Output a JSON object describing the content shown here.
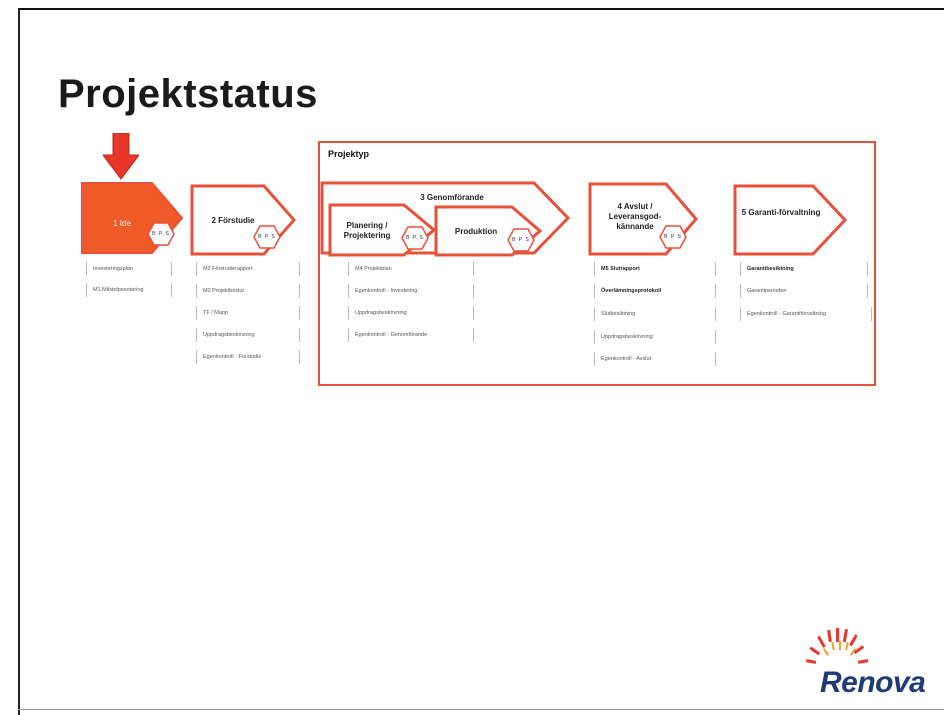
{
  "slide": {
    "title": "Projektstatus",
    "projekttyp_label": "Projektyp"
  },
  "phases": {
    "p1": {
      "label": "1 Ide",
      "badge": "B P S"
    },
    "p2": {
      "label": "2 Förstudie",
      "badge": "B P S"
    },
    "p3": {
      "label": "3 Genomförande"
    },
    "p3a": {
      "label": "Planering / Projektering",
      "badge": "B P S"
    },
    "p3b": {
      "label": "Produktion",
      "badge": "B P S"
    },
    "p4": {
      "label": "4 Avslut / Leveransgod-kännande",
      "badge": "B P S"
    },
    "p5": {
      "label": "5 Garanti-förvaltning"
    }
  },
  "tasks": {
    "col1": [
      "Investeringsplan",
      "M1 Milstolpsnotering"
    ],
    "col2": [
      "M2 Förstudierapport",
      "M3 Projektbeslut",
      "TF / Mapp",
      "Uppdragsbeskrivning",
      "Egenkontroll - Förstudie"
    ],
    "col3": [
      "M4 Projektplan",
      "Egenkontroll - Investering",
      "Uppdragsbeskrivning",
      "Egenkontroll - Genomförande"
    ],
    "col4": [
      "M5 Slutrapport",
      "Överlämningsprotokoll",
      "Slutbesiktning",
      "Uppdragsbeskrivning",
      "Egenkontroll - Avslut"
    ],
    "col5": [
      "Garantibesiktning",
      "Garantiperioden",
      "Egenkontroll - Garantiförvaltning"
    ]
  },
  "logo": {
    "name": "Renova"
  },
  "colors": {
    "accent": "#e8503a",
    "active_fill": "#f05a28",
    "title_text": "#1a1a1a",
    "logo_text": "#1f3b73"
  },
  "icons": {
    "current_phase_marker": "arrow-down-icon",
    "logo_mark": "sunburst-icon"
  }
}
